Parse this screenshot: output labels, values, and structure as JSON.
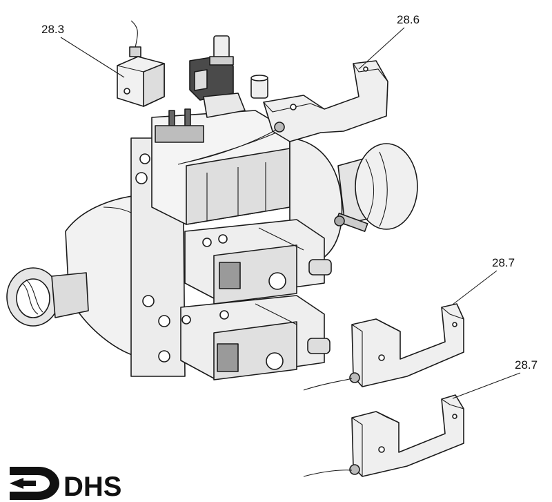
{
  "callouts": {
    "part_28_3": "28.3",
    "part_28_6": "28.6",
    "part_28_7_a": "28.7",
    "part_28_7_b": "28.7"
  },
  "logo": {
    "text": "DHS"
  },
  "colors": {
    "line": "#1a1a1a",
    "light_fill": "#ececec",
    "mid_fill": "#cfcfcf",
    "dark_fill": "#555555"
  }
}
